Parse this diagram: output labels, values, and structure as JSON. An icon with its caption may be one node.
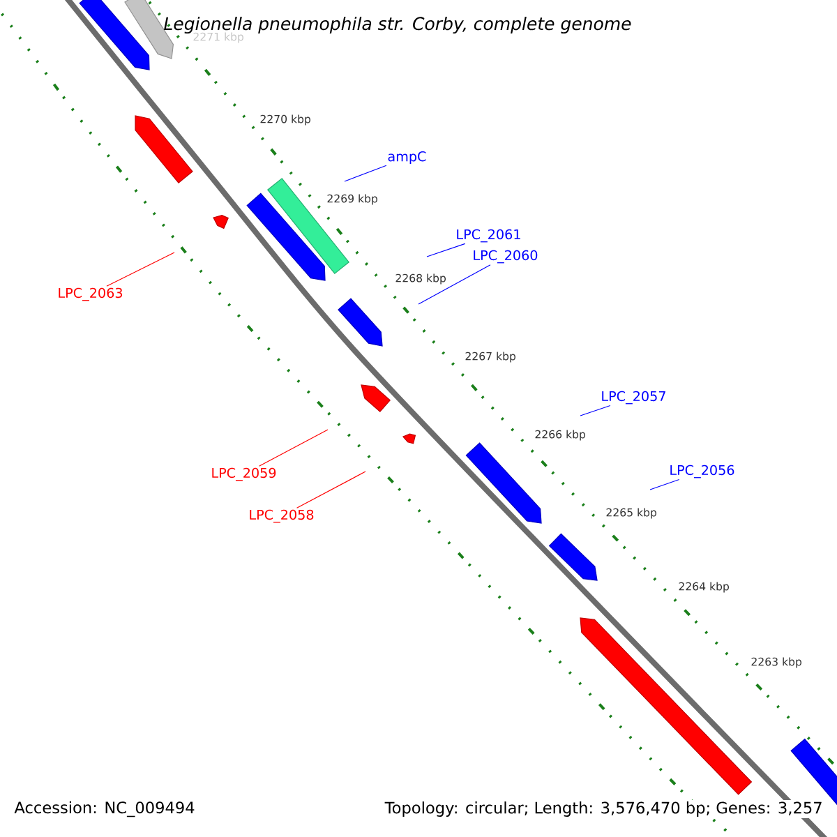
{
  "diagram": {
    "title": "Legionella pneumophila str. Corby, complete genome",
    "nodes": [
      {
        "text": [
          "ampC"
        ]
      },
      {
        "text": [
          "LPC_2061"
        ]
      },
      {
        "text": [
          "LPC_2060"
        ]
      },
      {
        "text": [
          "LPC_2057"
        ]
      },
      {
        "text": [
          "LPC_2056"
        ]
      },
      {
        "text": [
          "LPC_2063"
        ]
      },
      {
        "text": [
          "LPC_2059"
        ]
      },
      {
        "text": [
          "LPC_2058"
        ]
      }
    ],
    "edges": [
      {
        "from": 0,
        "to": null,
        "arrow": "none"
      },
      {
        "from": 1,
        "to": null,
        "arrow": "none"
      },
      {
        "from": 2,
        "to": null,
        "arrow": "none"
      },
      {
        "from": 3,
        "to": null,
        "arrow": "none"
      },
      {
        "from": 4,
        "to": null,
        "arrow": "none"
      },
      {
        "from": 5,
        "to": null,
        "arrow": "none",
        "color": "#ff0000"
      },
      {
        "from": 6,
        "to": null,
        "arrow": "none",
        "color": "#ff0000"
      },
      {
        "from": 7,
        "to": null,
        "arrow": "none",
        "color": "#ff0000"
      }
    ],
    "labels": [
      "2271 kbp",
      "2270 kbp",
      "2269 kbp",
      "2268 kbp",
      "2267 kbp",
      "2266 kbp",
      "2265 kbp",
      "2264 kbp",
      "2263 kbp",
      "Accession: NC_009494",
      "Topology: circular; Length: 3,576,470 bp; Genes: 3,257"
    ]
  }
}
